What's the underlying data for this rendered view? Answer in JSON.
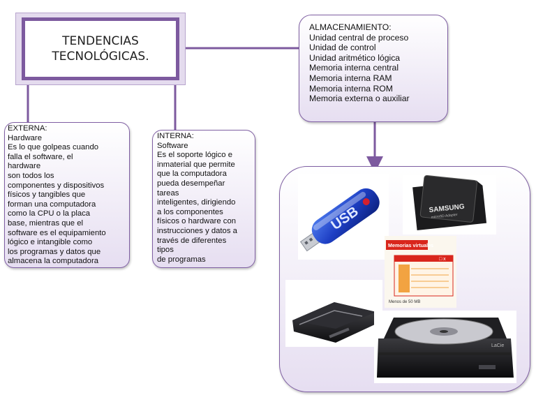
{
  "title": {
    "line1": "TENDENCIAS",
    "line2": "TECNOLÓGICAS."
  },
  "almacenamiento": {
    "lines": [
      "ALMACENAMIENTO:",
      "Unidad central de proceso",
      "Unidad de control",
      "Unidad aritmético lógica",
      "Memoria interna central",
      "Memoria interna RAM",
      "Memoria interna  ROM",
      "Memoria externa o auxiliar"
    ]
  },
  "externa": {
    "lines": [
      "EXTERNA:",
      "Hardware",
      "Es lo que golpeas cuando",
      "falla el software, el",
      "hardware",
      "son todos los",
      "componentes y dispositivos",
      "físicos y tangibles que",
      "forman una computadora",
      "como la CPU o la placa",
      "base, mientras que el",
      "software es el equipamiento",
      "lógico e intangible como",
      "los programas y datos que",
      "almacena la computadora"
    ]
  },
  "interna": {
    "lines": [
      "INTERNA:",
      "Software",
      "Es el soporte lógico e",
      "inmaterial que permite",
      "que la computadora",
      "pueda desempeñar",
      "tareas",
      "inteligentes, dirigiendo",
      "a los componentes",
      "físicos o hardware con",
      "instrucciones y datos a",
      "través de diferentes",
      "tipos",
      "de programas"
    ]
  },
  "images": {
    "usb_label": "USB",
    "sd_brand": "SAMSUNG",
    "sd_sub": "microSD Adapter",
    "vm_title": "Memorias virtuales",
    "vm_caption": "Menos de 50 MB",
    "dvd_brand": "LaCie"
  },
  "colors": {
    "accent": "#7d5a9f",
    "box_fill": "#e6def1",
    "box_border": "#7f5fa3"
  }
}
